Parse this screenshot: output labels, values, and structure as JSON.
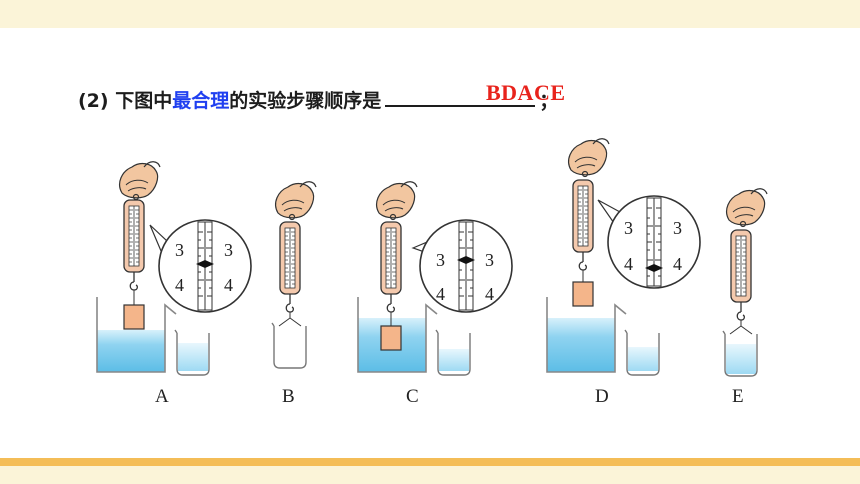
{
  "question": {
    "prefix": "(2) 下图中",
    "emphasis": "最合理",
    "suffix": "的实验步骤顺序是",
    "end_punct": "；",
    "answer": "BDACE"
  },
  "figures": [
    {
      "label": "A",
      "scale_readings": [
        "3",
        "4",
        "3",
        "4"
      ]
    },
    {
      "label": "B"
    },
    {
      "label": "C",
      "scale_readings": [
        "3",
        "4",
        "3",
        "4"
      ]
    },
    {
      "label": "D",
      "scale_readings": [
        "3",
        "4",
        "3",
        "4"
      ]
    },
    {
      "label": "E"
    }
  ],
  "colors": {
    "emphasis": "#1f3ff0",
    "answer": "#e8231c",
    "water": "#8fd3f0",
    "block": "#f4b58a",
    "hand": "#f2c6a0",
    "accent_band": "#f4bd57"
  }
}
